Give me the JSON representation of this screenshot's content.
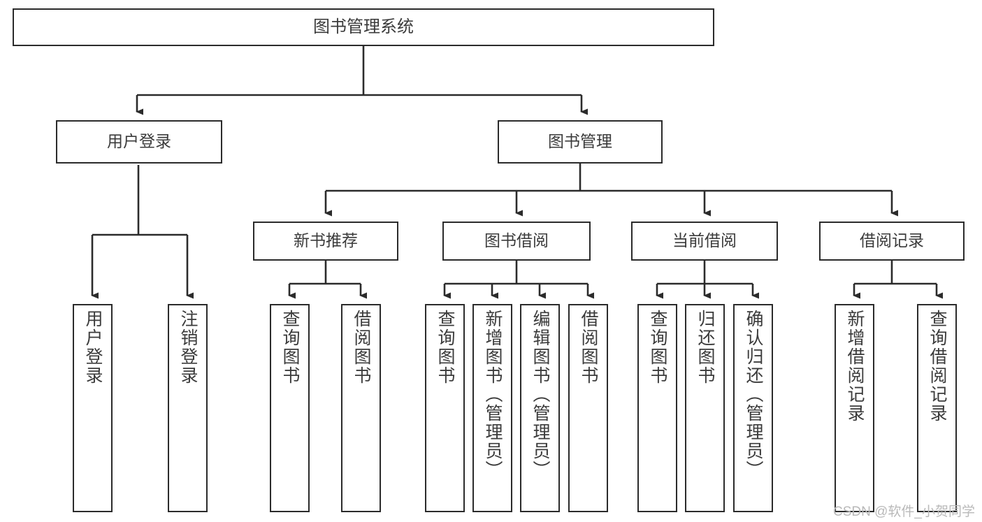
{
  "diagram": {
    "title": "图书管理系统",
    "type": "tree",
    "root": {
      "id": "root",
      "label": "图书管理系统"
    },
    "level2": [
      {
        "id": "user-login",
        "label": "用户登录"
      },
      {
        "id": "book-manage",
        "label": "图书管理"
      }
    ],
    "level3": [
      {
        "id": "new-book-recommend",
        "label": "新书推荐",
        "parent": "book-manage"
      },
      {
        "id": "book-borrow",
        "label": "图书借阅",
        "parent": "book-manage"
      },
      {
        "id": "current-borrow",
        "label": "当前借阅",
        "parent": "book-manage"
      },
      {
        "id": "borrow-record",
        "label": "借阅记录",
        "parent": "book-manage"
      }
    ],
    "leaves": [
      {
        "id": "leaf-user-login",
        "label": "用户登录",
        "parent": "user-login"
      },
      {
        "id": "leaf-logout-login",
        "label": "注销登录",
        "parent": "user-login"
      },
      {
        "id": "leaf-query-book-1",
        "label": "查询图书",
        "parent": "new-book-recommend"
      },
      {
        "id": "leaf-borrow-book-1",
        "label": "借阅图书",
        "parent": "new-book-recommend"
      },
      {
        "id": "leaf-query-book-2",
        "label": "查询图书",
        "parent": "book-borrow"
      },
      {
        "id": "leaf-add-book",
        "label": "新增图书（管理员）",
        "parent": "book-borrow"
      },
      {
        "id": "leaf-edit-book",
        "label": "编辑图书（管理员）",
        "parent": "book-borrow"
      },
      {
        "id": "leaf-borrow-book-2",
        "label": "借阅图书",
        "parent": "book-borrow"
      },
      {
        "id": "leaf-query-book-3",
        "label": "查询图书",
        "parent": "current-borrow"
      },
      {
        "id": "leaf-return-book",
        "label": "归还图书",
        "parent": "current-borrow"
      },
      {
        "id": "leaf-confirm-return",
        "label": "确认归还（管理员）",
        "parent": "current-borrow"
      },
      {
        "id": "leaf-add-record",
        "label": "新增借阅记录",
        "parent": "borrow-record"
      },
      {
        "id": "leaf-query-record",
        "label": "查询借阅记录",
        "parent": "borrow-record"
      }
    ],
    "colors": {
      "border": "#2b2b2b",
      "text": "#3b3b3b",
      "background": "#ffffff",
      "connector": "#2b2b2b",
      "watermark": "#b9b9b9"
    }
  },
  "watermark": {
    "text": "CSDN @软件_小贺同学"
  }
}
